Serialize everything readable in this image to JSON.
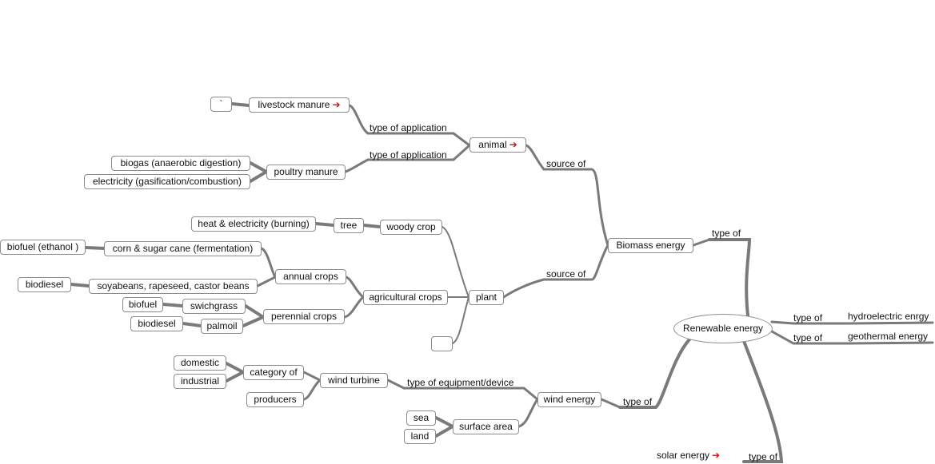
{
  "central": "Renewable energy",
  "nodes": {
    "biomass": "Biomass energy",
    "animal": "animal",
    "livestock": "livestock manure",
    "backtick": "`",
    "poultry": "poultry manure",
    "biogas": "biogas (anaerobic digestion)",
    "electricity_gas": "electricity (gasification/combustion)",
    "plant": "plant",
    "woody": "woody crop",
    "tree": "tree",
    "heat": "heat & electricity (burning)",
    "agri": "agricultural crops",
    "annual": "annual crops",
    "corn": "corn & sugar cane (fermentation)",
    "biofuel_ethanol": "biofuel (ethanol )",
    "soya": "soyabeans, rapeseed, castor beans",
    "biodiesel1": "biodiesel",
    "perennial": "perennial crops",
    "swich": "swichgrass",
    "biofuel2": "biofuel",
    "palmoil": "palmoil",
    "biodiesel2": "biodiesel",
    "empty": "",
    "wind": "wind energy",
    "turbine": "wind turbine",
    "category": "category of",
    "domestic": "domestic",
    "industrial": "industrial",
    "producers": "producers",
    "surface": "surface area",
    "sea": "sea",
    "land": "land"
  },
  "labels": {
    "type_of_biomass": "type of",
    "source_animal": "source of",
    "source_plant": "source of",
    "type_app1": "type of application",
    "type_app2": "type of application",
    "type_equip": "type of equipment/device",
    "type_of_wind": "type of",
    "type_of_hydro": "type of",
    "type_of_geo": "type of",
    "type_of_solar": "type of",
    "hydro": "hydroelectric enrgy",
    "geo": "geothermal energy",
    "solar": "solar energy"
  },
  "link_arrow_glyph": "➔",
  "link_color": "#7a7a7a",
  "arrow_color": "#cc1010"
}
